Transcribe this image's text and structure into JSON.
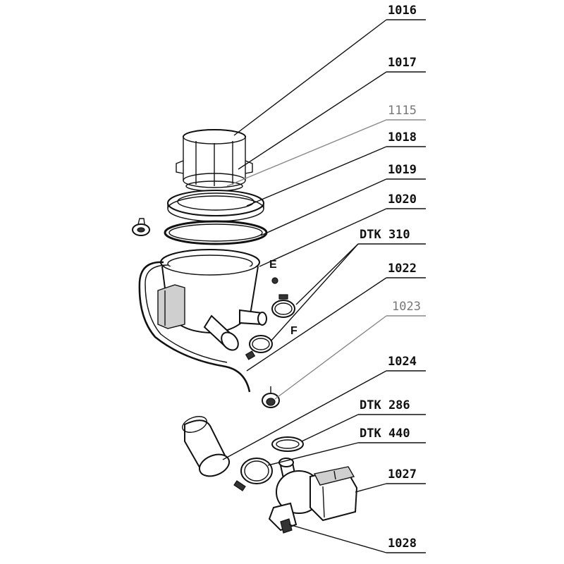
{
  "callouts": [
    {
      "id": "1016",
      "label": "1016",
      "shade": "dark"
    },
    {
      "id": "1017",
      "label": "1017",
      "shade": "dark"
    },
    {
      "id": "1115",
      "label": "1115",
      "shade": "light"
    },
    {
      "id": "1018",
      "label": "1018",
      "shade": "dark"
    },
    {
      "id": "1019",
      "label": "1019",
      "shade": "dark"
    },
    {
      "id": "1020",
      "label": "1020",
      "shade": "dark"
    },
    {
      "id": "dtk310",
      "label": "DTK 310",
      "shade": "dark"
    },
    {
      "id": "1022",
      "label": "1022",
      "shade": "dark"
    },
    {
      "id": "1023",
      "label": "1023",
      "shade": "light"
    },
    {
      "id": "1024",
      "label": "1024",
      "shade": "dark"
    },
    {
      "id": "dtk286",
      "label": "DTK 286",
      "shade": "dark"
    },
    {
      "id": "dtk440",
      "label": "DTK 440",
      "shade": "dark"
    },
    {
      "id": "1027",
      "label": "1027",
      "shade": "dark"
    },
    {
      "id": "1028",
      "label": "1028",
      "shade": "dark"
    }
  ],
  "markers": {
    "e": "E",
    "f": "F"
  }
}
